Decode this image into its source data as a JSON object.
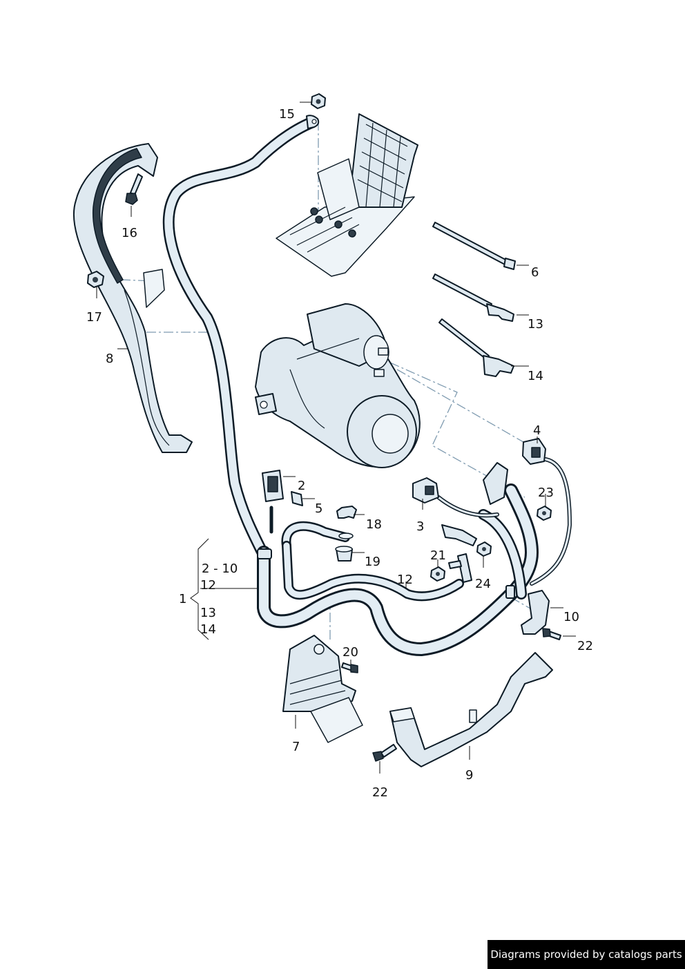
{
  "labels": {
    "l1": "1",
    "l2": "2",
    "l2_10": "2 - 10",
    "l3": "3",
    "l4": "4",
    "l5": "5",
    "l6": "6",
    "l7": "7",
    "l8": "8",
    "l9": "9",
    "l10": "10",
    "l12a": "12",
    "l12b": "12",
    "l13a": "13",
    "l13b": "13",
    "l14a": "14",
    "l14b": "14",
    "l15": "15",
    "l16": "16",
    "l17": "17",
    "l18": "18",
    "l19": "19",
    "l20": "20",
    "l21": "21",
    "l22a": "22",
    "l22b": "22",
    "l23": "23",
    "l24": "24"
  },
  "credit": "Diagrams provided by catalogs parts",
  "colors": {
    "line": "#0d1b26",
    "fill": "#dfe9f0",
    "dash": "#7f9bb0",
    "label": "#111111"
  }
}
